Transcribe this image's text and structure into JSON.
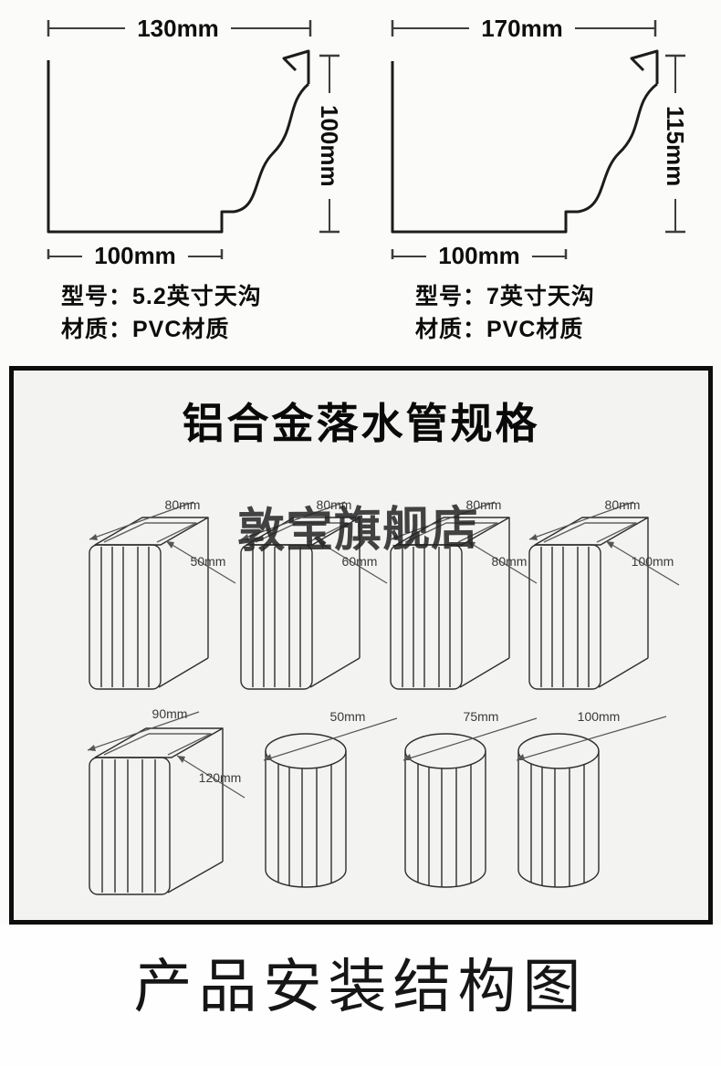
{
  "colors": {
    "page_bg": "#fbfbf9",
    "box_bg": "#f3f3f1",
    "box_border": "#0d0d0d",
    "line_ink": "#1c1c1c",
    "pipe_line": "#2e2e2e",
    "dim_line": "#555555"
  },
  "gutters": [
    {
      "top_dim": "130mm",
      "height_dim": "100mm",
      "bottom_dim": "100mm",
      "model_label": "型号：5.2英寸天沟",
      "material_label": "材质：PVC材质"
    },
    {
      "top_dim": "170mm",
      "height_dim": "115mm",
      "bottom_dim": "100mm",
      "model_label": "型号：7英寸天沟",
      "material_label": "材质：PVC材质"
    }
  ],
  "spec_box": {
    "title": "铝合金落水管规格",
    "watermark": "敦宝旗舰店",
    "pipes": [
      {
        "shape": "square",
        "top_label": "80mm",
        "side_label": "50mm"
      },
      {
        "shape": "square",
        "top_label": "80mm",
        "side_label": "60mm"
      },
      {
        "shape": "square",
        "top_label": "80mm",
        "side_label": "80mm"
      },
      {
        "shape": "square",
        "top_label": "80mm",
        "side_label": "100mm"
      },
      {
        "shape": "square",
        "top_label": "90mm",
        "side_label": "120mm"
      },
      {
        "shape": "round",
        "top_label": "50mm",
        "side_label": ""
      },
      {
        "shape": "round",
        "top_label": "75mm",
        "side_label": ""
      },
      {
        "shape": "round",
        "top_label": "100mm",
        "side_label": ""
      }
    ]
  },
  "caption": "产品安装结构图"
}
